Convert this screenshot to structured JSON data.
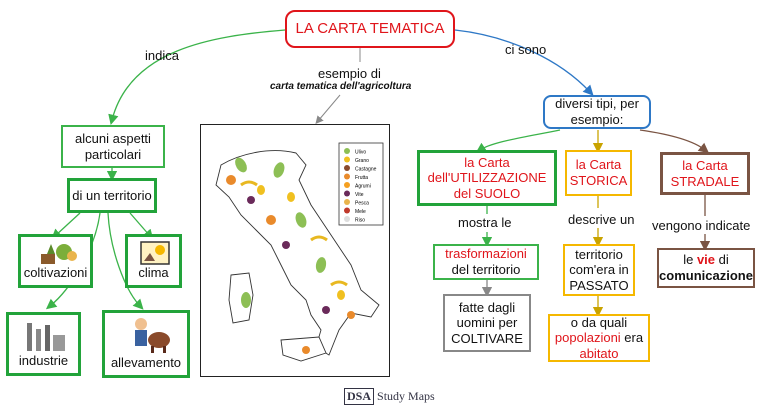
{
  "title": "LA CARTA TEMATICA",
  "edges": {
    "indica": "indica",
    "esempio_di": "esempio di",
    "esempio_sub": "carta tematica dell'agricoltura",
    "ci_sono": "ci sono",
    "mostra_le": "mostra le",
    "descrive_un": "descrive un",
    "vengono_indicate": "vengono indicate"
  },
  "left": {
    "aspetti": "alcuni aspetti particolari",
    "territorio": "di un territorio",
    "coltivazioni": "coltivazioni",
    "clima": "clima",
    "industrie": "industrie",
    "allevamento": "allevamento"
  },
  "right": {
    "tipi": "diversi tipi, per esempio:",
    "utilizzazione": "la Carta dell'UTILIZZAZIONE del SUOLO",
    "storica_a": "la Carta",
    "storica_b": "STORICA",
    "stradale_a": "la Carta",
    "stradale_b": "STRADALE",
    "trasf_a": "trasformazioni",
    "trasf_b": "del territorio",
    "fatte": "fatte dagli uomini per COLTIVARE",
    "territorio_era": "territorio com'era in PASSATO",
    "da_quali": "o da quali",
    "popolazioni": "popolazioni",
    "era": " era",
    "abitato": "abitato",
    "le": "le ",
    "vie": "vie",
    "di": " di",
    "comunicazione": "comunicazione"
  },
  "legend_items": [
    "Ulivo",
    "Grano",
    "Castagne",
    "Frutta",
    "Agrumi",
    "Vite",
    "Pesca",
    "Mele",
    "Riso"
  ],
  "footer": {
    "dsa": "DSA",
    "brand": "Study Maps"
  },
  "colors": {
    "red": "#e0151b",
    "green": "#3bb34a",
    "blue": "#2e78c6",
    "yellow": "#f5b800",
    "brown": "#7a5443"
  }
}
